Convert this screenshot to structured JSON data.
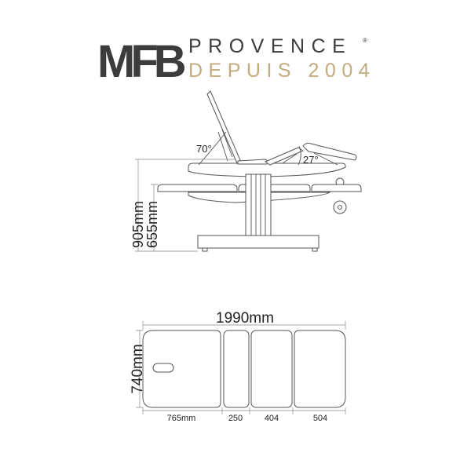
{
  "logo": {
    "mark": "MFB",
    "brand": "PROVENCE",
    "registered": "®",
    "tagline": "DEPUIS 2004",
    "brand_color": "#3c3c3c",
    "tagline_color": "#c2ab7e"
  },
  "side_view": {
    "backrest_angle": "70°",
    "leg_angle": "27°",
    "max_height": "905mm",
    "min_height": "655mm"
  },
  "top_view": {
    "total_length": "1990mm",
    "width": "740mm",
    "sections": [
      "765mm",
      "250",
      "404",
      "504"
    ]
  }
}
